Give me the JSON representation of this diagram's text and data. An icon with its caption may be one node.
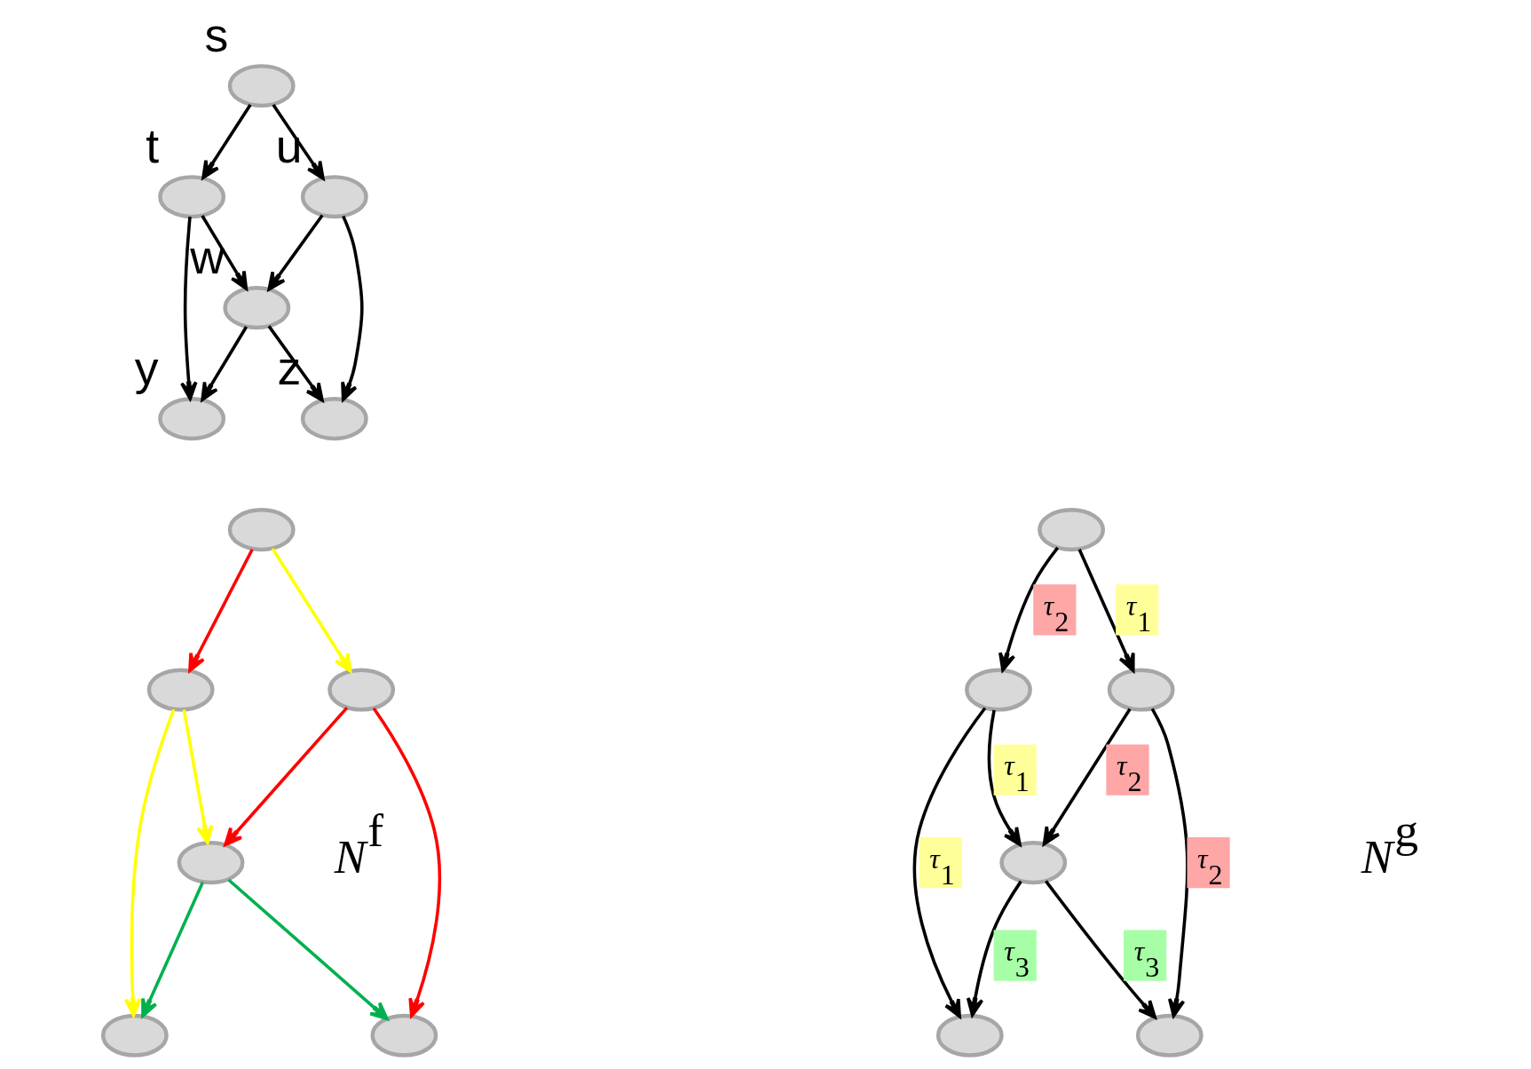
{
  "diagram": {
    "nodes": [
      {
        "text": [],
        "shape": "ellipse",
        "beside": [
          "s"
        ]
      },
      {
        "text": [],
        "shape": "ellipse",
        "beside": [
          "t"
        ]
      },
      {
        "text": [],
        "shape": "ellipse",
        "beside": [
          "u"
        ]
      },
      {
        "text": [],
        "shape": "ellipse",
        "beside": [
          "w"
        ]
      },
      {
        "text": [],
        "shape": "ellipse",
        "beside": [
          "y"
        ]
      },
      {
        "text": [],
        "shape": "ellipse",
        "beside": [
          "z"
        ]
      },
      {
        "text": [],
        "shape": "ellipse"
      },
      {
        "text": [],
        "shape": "ellipse"
      },
      {
        "text": [],
        "shape": "ellipse"
      },
      {
        "text": [],
        "shape": "ellipse"
      },
      {
        "text": [],
        "shape": "ellipse"
      },
      {
        "text": [],
        "shape": "ellipse"
      },
      {
        "text": [],
        "shape": "ellipse"
      },
      {
        "text": [],
        "shape": "ellipse"
      },
      {
        "text": [],
        "shape": "ellipse"
      },
      {
        "text": [],
        "shape": "ellipse"
      },
      {
        "text": [],
        "shape": "ellipse"
      },
      {
        "text": [],
        "shape": "ellipse"
      }
    ],
    "edges": [
      {
        "from": 0,
        "to": 1,
        "arrow": "to"
      },
      {
        "from": 0,
        "to": 2,
        "arrow": "to"
      },
      {
        "from": 1,
        "to": 3,
        "arrow": "to"
      },
      {
        "from": 2,
        "to": 3,
        "arrow": "to"
      },
      {
        "from": 1,
        "to": 4,
        "arrow": "to"
      },
      {
        "from": 2,
        "to": 5,
        "arrow": "to"
      },
      {
        "from": 3,
        "to": 4,
        "arrow": "to"
      },
      {
        "from": 3,
        "to": 5,
        "arrow": "to"
      },
      {
        "from": 6,
        "to": 7,
        "arrow": "to",
        "color": "#ffff00"
      },
      {
        "from": 6,
        "to": 8,
        "arrow": "to",
        "color": "#ff0000"
      },
      {
        "from": 7,
        "to": 9,
        "arrow": "to",
        "color": "#ff0000"
      },
      {
        "from": 8,
        "to": 9,
        "arrow": "to",
        "color": "#ffff00"
      },
      {
        "from": 7,
        "to": 10,
        "arrow": "to",
        "color": "#ff0000"
      },
      {
        "from": 8,
        "to": 11,
        "arrow": "to",
        "color": "#ffff00"
      },
      {
        "from": 9,
        "to": 10,
        "arrow": "to",
        "color": "#00b050"
      },
      {
        "from": 9,
        "to": 11,
        "arrow": "to",
        "color": "#00b050"
      },
      {
        "from": 12,
        "to": 13,
        "arrow": "to",
        "label": "τ$_{1}$"
      },
      {
        "from": 12,
        "to": 14,
        "arrow": "to",
        "label": "τ$_{2}$"
      },
      {
        "from": 13,
        "to": 15,
        "arrow": "to",
        "label": "τ$_{2}$"
      },
      {
        "from": 14,
        "to": 15,
        "arrow": "to",
        "label": "τ$_{1}$"
      },
      {
        "from": 13,
        "to": 16,
        "arrow": "to",
        "label": "τ$_{2}$"
      },
      {
        "from": 14,
        "to": 17,
        "arrow": "to",
        "label": "τ$_{1}$"
      },
      {
        "from": 15,
        "to": 16,
        "arrow": "to",
        "label": "τ$_{3}$"
      },
      {
        "from": 15,
        "to": 17,
        "arrow": "to",
        "label": "τ$_{3}$"
      }
    ],
    "labels": [
      "N$^{f}$",
      "N$^{g}$"
    ]
  }
}
